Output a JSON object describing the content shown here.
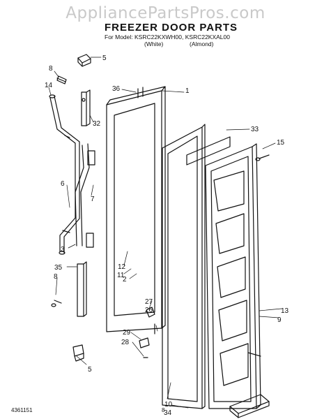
{
  "watermark": "AppliancePartsPros.com",
  "header": {
    "title": "FREEZER DOOR PARTS",
    "model_line": "For Model: KSRC22KXWH00, KSRC22KXAL00",
    "variants": [
      "(White)",
      "(Almond)"
    ]
  },
  "footer": {
    "doc_number": "4361151",
    "page_number": "8"
  },
  "callouts": [
    "5",
    "8",
    "14",
    "36",
    "1",
    "32",
    "33",
    "6",
    "15",
    "7",
    "3",
    "12",
    "35",
    "11",
    "8",
    "2",
    "27",
    "26",
    "13",
    "9",
    "29",
    "28",
    "10",
    "34",
    "5"
  ]
}
